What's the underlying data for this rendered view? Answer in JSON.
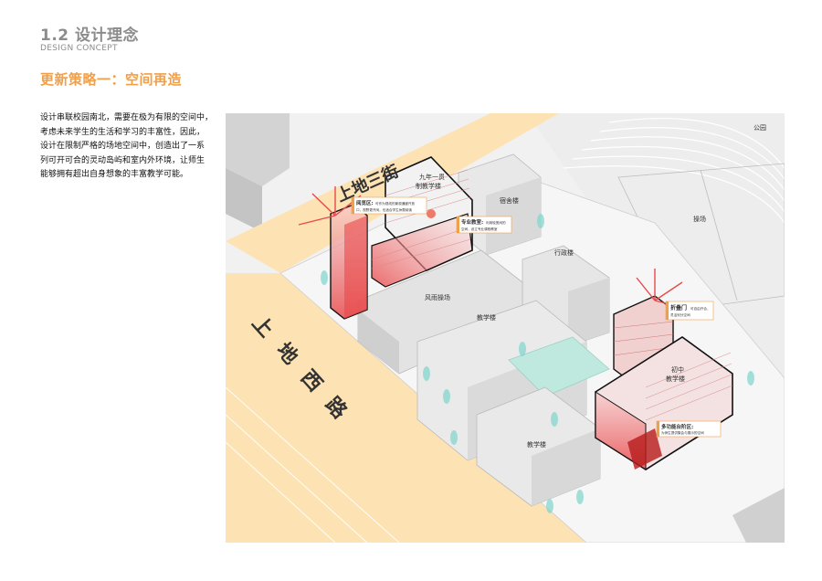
{
  "header": {
    "section_title": "1.2 设计理念",
    "section_subtitle": "DESIGN CONCEPT",
    "strategy_title": "更新策略一：空间再造"
  },
  "description": {
    "lines": [
      "设计串联校园南北，需要在极为有限的空间中，",
      "考虑未来学生的生活和学习的丰富性，因此，",
      "设计在限制严格的场地空间中，创造出了一系",
      "列可开可合的灵动岛屿和室内外环境，让师生",
      "能够拥有超出自身想象的丰富教学可能。"
    ]
  },
  "map": {
    "roads": {
      "north": "上地三街",
      "west": "上地西路"
    },
    "buildings": {
      "nine_year": [
        "九年一贯",
        "制教学楼"
      ],
      "dormitory": "宿舍楼",
      "admin": "行政楼",
      "playground": "操场",
      "park": "公园",
      "rain_field": "风雨操场",
      "teaching_1": "教学楼",
      "teaching_2": "教学楼",
      "junior": [
        "初中",
        "教学楼"
      ]
    },
    "callouts": {
      "reading": {
        "title": "阅览区:",
        "text": [
          "可作为视线的景观通廊开放",
          "口，视野更开阔，也适合学生休憩阅读"
        ]
      },
      "classroom": {
        "title": "专业教室:",
        "text": [
          "利用较宽阔的",
          "空间，设立专业课程教室"
        ]
      },
      "gate": {
        "title": "折叠门",
        "text": [
          "可自由开合，",
          "灵活划分空间"
        ]
      },
      "stage": {
        "title": "多功能台阶区:",
        "text": [
          "为师生提供集会与展示的空间"
        ]
      }
    },
    "colors": {
      "accent": "#f0a04b",
      "red": "#e8484a",
      "tree": "#7fd6cc",
      "road": "#fde3b4"
    }
  }
}
